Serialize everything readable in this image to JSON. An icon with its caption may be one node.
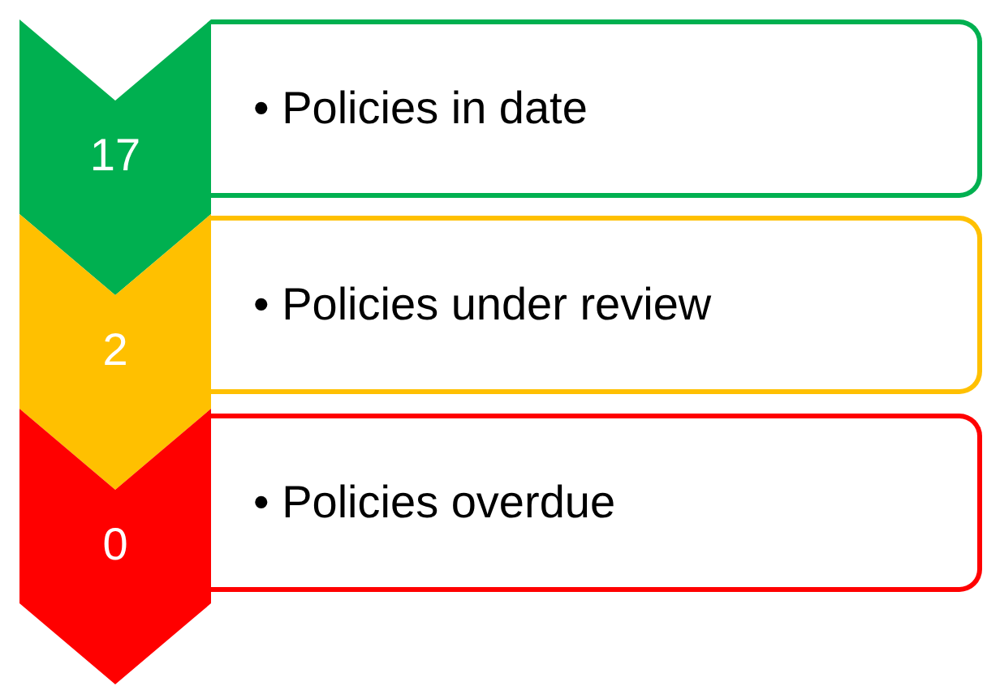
{
  "diagram": {
    "nodes": [
      {
        "text": [
          "17"
        ]
      },
      {
        "text": [
          "• Policies in date"
        ]
      },
      {
        "text": [
          "2"
        ]
      },
      {
        "text": [
          "• Policies under review"
        ]
      },
      {
        "text": [
          "0"
        ]
      },
      {
        "text": [
          "• Policies overdue"
        ]
      }
    ]
  }
}
